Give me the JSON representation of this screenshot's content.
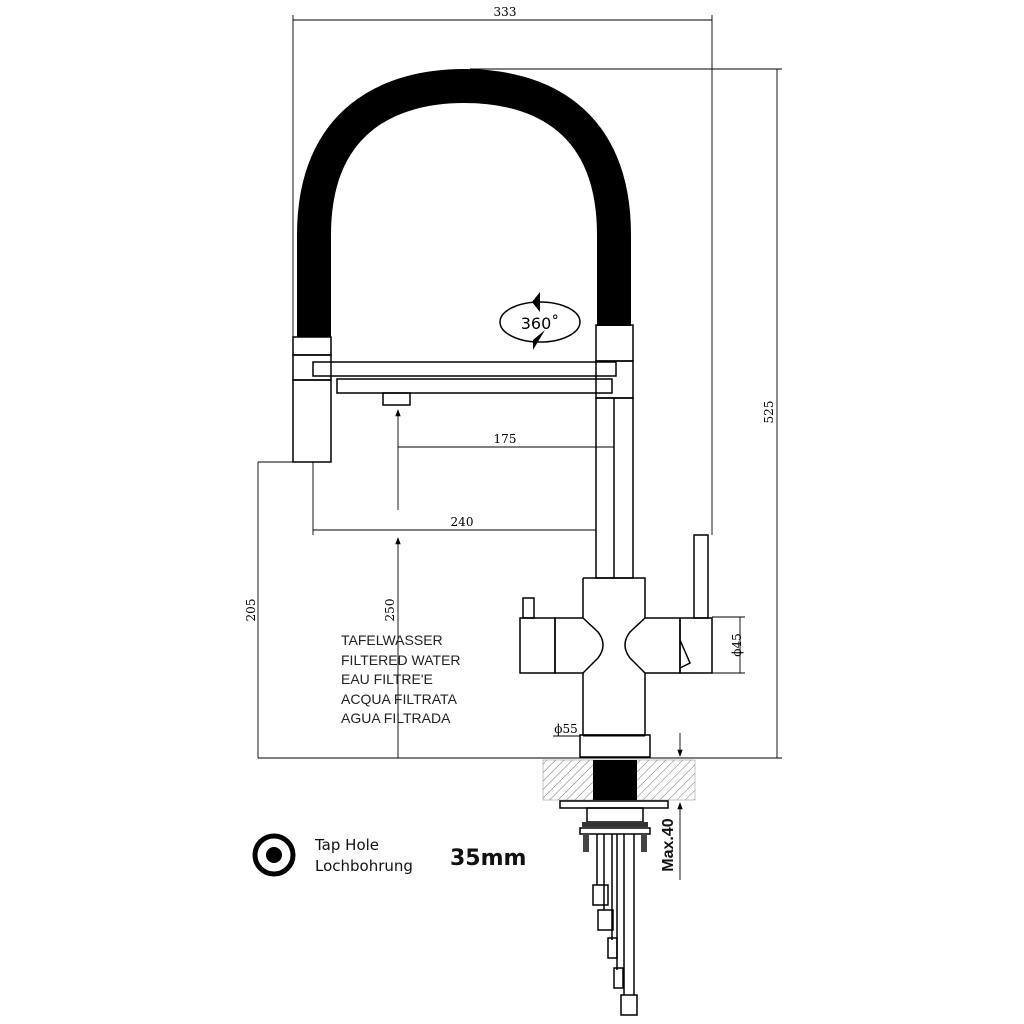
{
  "dimensions": {
    "total_width": "333",
    "total_height": "525",
    "spout_reach_inner": "175",
    "spout_reach_outer": "240",
    "spout_clearance": "250",
    "head_height": "205",
    "handle_diameter": "ϕ45",
    "base_diameter": "ϕ55",
    "max_counter_thickness": "Max.40"
  },
  "rotation_label": "360˚",
  "water_labels": [
    "TAFELWASSER",
    "FILTERED WATER",
    "EAU FILTRE'E",
    "ACQUA FILTRATA",
    "AGUA FILTRADA"
  ],
  "tap_hole": {
    "icon": "target-circle-icon",
    "label_en": "Tap Hole",
    "label_de": "Lochbohrung",
    "size": "35mm"
  }
}
